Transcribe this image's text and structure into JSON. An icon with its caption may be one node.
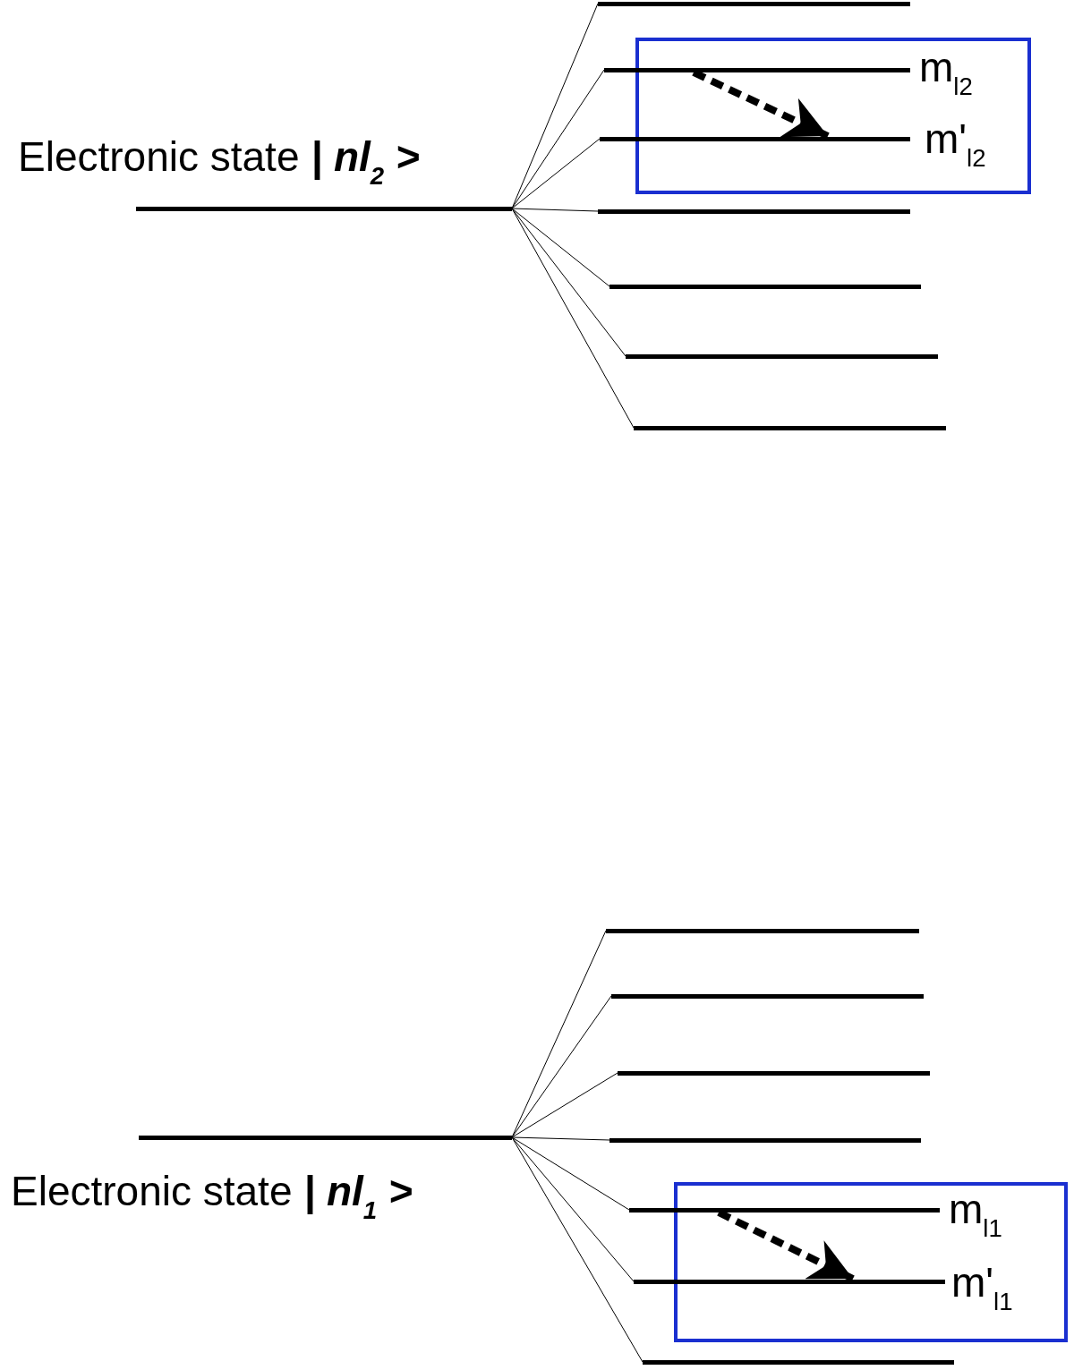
{
  "diagram": {
    "nodes": [
      {
        "text": [],
        "shape": "bar",
        "beside": [
          "Electronic state **| nl$_{2}$ >**"
        ]
      },
      {
        "text": [],
        "shape": "bar"
      },
      {
        "text": [],
        "shape": "bar",
        "beside": [
          "m$_{l2}$"
        ]
      },
      {
        "text": [],
        "shape": "bar",
        "beside": [
          "m'$_{l2}$"
        ]
      },
      {
        "text": [],
        "shape": "bar"
      },
      {
        "text": [],
        "shape": "bar"
      },
      {
        "text": [],
        "shape": "bar"
      },
      {
        "text": [],
        "shape": "bar"
      },
      {
        "text": [],
        "shape": "bar",
        "beside": [
          "Electronic state **| nl$_{1}$ >**"
        ]
      },
      {
        "text": [],
        "shape": "bar"
      },
      {
        "text": [],
        "shape": "bar"
      },
      {
        "text": [],
        "shape": "bar"
      },
      {
        "text": [],
        "shape": "bar"
      },
      {
        "text": [],
        "shape": "bar",
        "beside": [
          "m$_{l1}$"
        ]
      },
      {
        "text": [],
        "shape": "bar",
        "beside": [
          "m'$_{l1}$"
        ]
      },
      {
        "text": [],
        "shape": "bar"
      }
    ],
    "edges": [
      {
        "from": 0,
        "to": 1,
        "arrow": "none"
      },
      {
        "from": 0,
        "to": 2,
        "arrow": "none"
      },
      {
        "from": 0,
        "to": 3,
        "arrow": "none"
      },
      {
        "from": 0,
        "to": 4,
        "arrow": "none"
      },
      {
        "from": 0,
        "to": 5,
        "arrow": "none"
      },
      {
        "from": 0,
        "to": 6,
        "arrow": "none"
      },
      {
        "from": 0,
        "to": 7,
        "arrow": "none"
      },
      {
        "from": 2,
        "to": 3,
        "arrow": "to",
        "style": "dashed"
      },
      {
        "from": 8,
        "to": 9,
        "arrow": "none"
      },
      {
        "from": 8,
        "to": 10,
        "arrow": "none"
      },
      {
        "from": 8,
        "to": 11,
        "arrow": "none"
      },
      {
        "from": 8,
        "to": 12,
        "arrow": "none"
      },
      {
        "from": 8,
        "to": 13,
        "arrow": "none"
      },
      {
        "from": 8,
        "to": 14,
        "arrow": "none"
      },
      {
        "from": 8,
        "to": 15,
        "arrow": "none"
      },
      {
        "from": 13,
        "to": 14,
        "arrow": "to",
        "style": "dashed"
      }
    ]
  }
}
